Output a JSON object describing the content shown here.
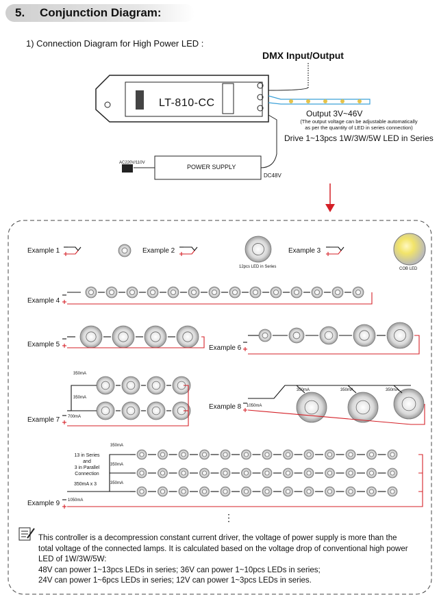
{
  "section": {
    "number": "5.",
    "title": "Conjunction Diagram:"
  },
  "subtitle": "1) Connection Diagram for High Power LED :",
  "top_diagram": {
    "dmx_label": "DMX Input/Output",
    "controller_model": "LT-810-CC",
    "output_label": "Output 3V~46V",
    "output_note_1": "(The output voltage can be adjustable automatically",
    "output_note_2": "as per the quantity of LED in series connection)",
    "drive_label": "Drive 1~13pcs 1W/3W/5W LED in Series",
    "power_supply_label": "POWER SUPPLY",
    "ac_label": "AC220V/110V",
    "dc_label": "DC48V"
  },
  "examples": {
    "e1": "Example 1",
    "e2": "Example 2",
    "e3": "Example 3",
    "e4": "Example 4",
    "e5": "Example 5",
    "e6": "Example 6",
    "e7": "Example 7",
    "e8": "Example 8",
    "e9": "Example 9",
    "e2_caption": "12pcs LED in Series",
    "e3_caption": "COB LED",
    "e7_top": "350mA",
    "e7_mid": "350mA",
    "e7_total": "700mA",
    "e8_total": "1050mA",
    "e8_a": "350mA",
    "e8_b": "350mA",
    "e8_c": "350mA",
    "e9_a": "350mA",
    "e9_b": "350mA",
    "e9_c": "350mA",
    "e9_desc_1": "13 in Series",
    "e9_desc_2": "and",
    "e9_desc_3": "3 in Parallel",
    "e9_desc_4": "Connection",
    "e9_desc_5": "350mA x 3",
    "e9_total": "1050mA",
    "more": "⋮"
  },
  "note": {
    "icon": "note-icon",
    "line1": "This controller is a decompression constant current driver, the voltage of power supply is more than the",
    "line2": "total voltage of the connected lamps. It is calculated based on the voltage drop of conventional high power",
    "line3": "LED of 1W/3W/5W:",
    "line4": "48V can power 1~13pcs LEDs in series; 36V can power 1~10pcs LEDs in series;",
    "line5": "24V can power 1~6pcs LEDs in series; 12V can power 1~3pcs LEDs in series."
  },
  "colors": {
    "arrow": "#d41f26",
    "wire_pos": "#d41f26",
    "wire_neg": "#111111",
    "strip": "#3aa0d8"
  }
}
